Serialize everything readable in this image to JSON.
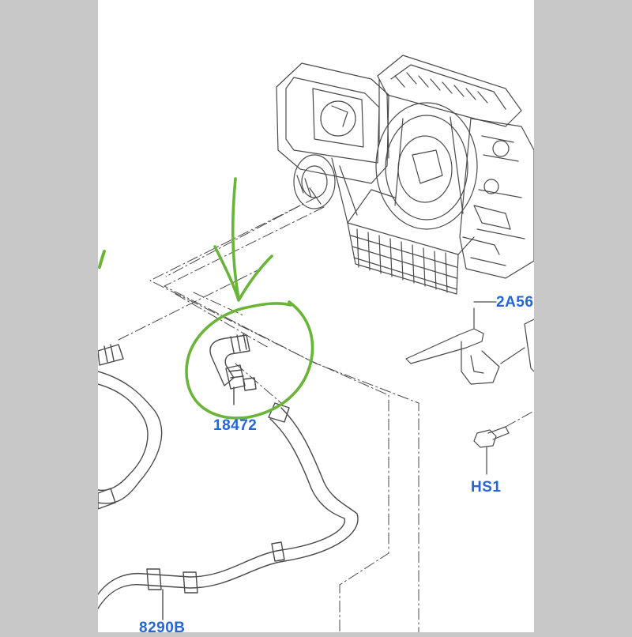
{
  "colors": {
    "background": "#c8c8c8",
    "sheet": "#ffffff",
    "line_art": "#4a4a4a",
    "callout_text": "#2566d6",
    "annotation": "#6ab43a"
  },
  "callouts": {
    "part_2a56": "2A56",
    "part_18472": "18472",
    "part_hs1": "HS1",
    "part_8290b": "8290B"
  },
  "annotation": {
    "arrow_icon": "hand-drawn-arrow-icon",
    "circle_icon": "hand-drawn-circle-icon"
  }
}
